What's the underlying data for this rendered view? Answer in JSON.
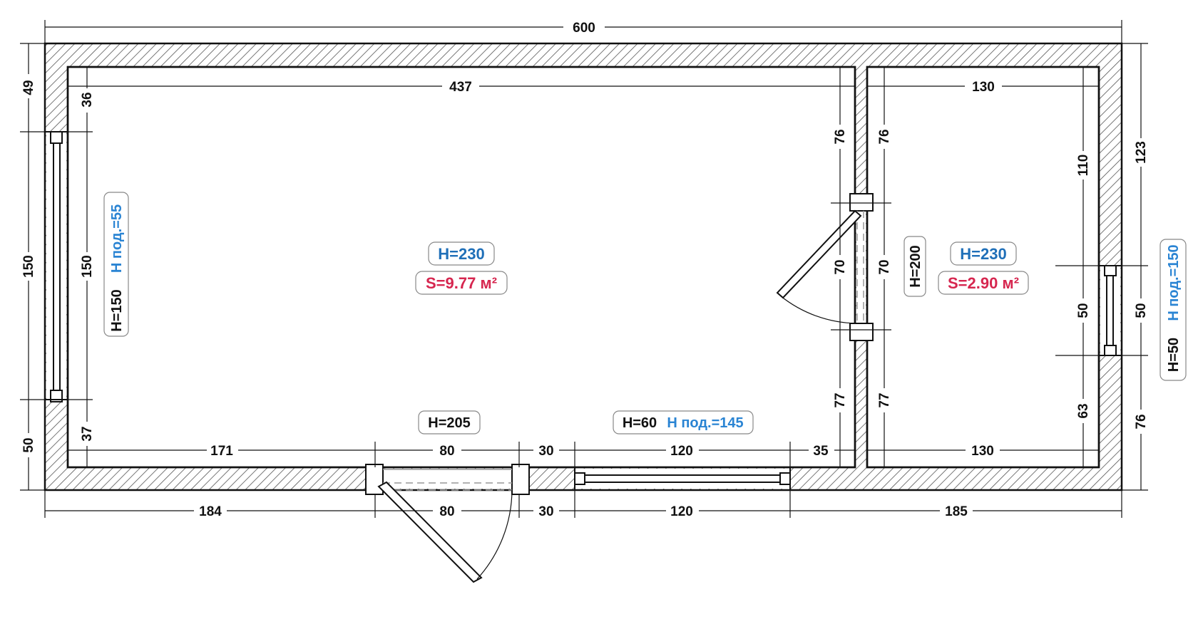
{
  "dimensions": {
    "total_width": "600",
    "room1_inner_width": "437",
    "room2_top_width": "130",
    "room2_bottom_width": "130",
    "left_wall_top": "49",
    "left_window": "150",
    "left_wall_bottom": "50",
    "left_inner_top": "36",
    "left_inner_window": "150",
    "left_inner_bottom": "37",
    "partition_left_top": "76",
    "partition_left_door": "70",
    "partition_left_bottom": "77",
    "partition_right_top": "76",
    "partition_right_door": "70",
    "partition_right_bottom": "77",
    "right_inner_top": "110",
    "right_inner_window": "50",
    "right_inner_bottom": "63",
    "right_outer_top": "123",
    "right_outer_window": "50",
    "right_outer_bottom": "76",
    "bottom_inner_left": "171",
    "bottom_inner_door": "80",
    "bottom_inner_gap": "30",
    "bottom_inner_window": "120",
    "bottom_inner_right": "35",
    "bottom_outer_left": "184",
    "bottom_outer_door": "80",
    "bottom_outer_gap": "30",
    "bottom_outer_window": "120",
    "bottom_outer_right": "185"
  },
  "labels": {
    "room1_height": "H=230",
    "room1_area": "S=9.77 м²",
    "room2_height": "H=230",
    "room2_area": "S=2.90 м²",
    "left_window_h": "H=150",
    "left_window_sill": "H под.=55",
    "right_window_h": "H=50",
    "right_window_sill": "H под.=150",
    "entrance_door_h": "H=205",
    "bottom_window_h": "H=60",
    "bottom_window_sill": "H под.=145",
    "interior_door_h": "H=200"
  },
  "colors": {
    "wall_hatch": "#555555",
    "height_blue": "#1f6fb8",
    "sill_blue": "#2a84d3",
    "area_red": "#d6264f"
  }
}
